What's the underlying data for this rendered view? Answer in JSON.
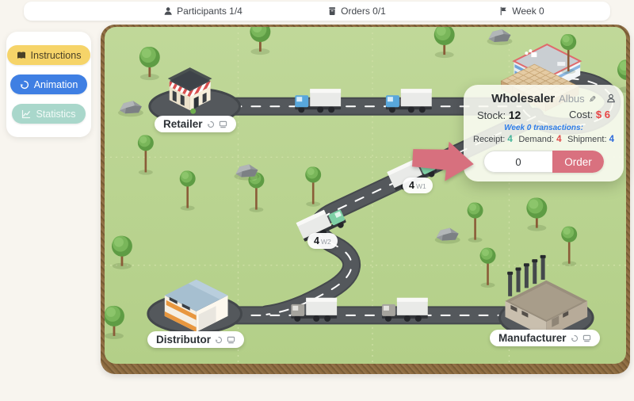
{
  "topbar": {
    "participants": {
      "label": "Participants 1/4"
    },
    "orders": {
      "label": "Orders 0/1"
    },
    "week": {
      "label": "Week 0"
    }
  },
  "sidebar": {
    "instructions": {
      "label": "Instructions",
      "color": "#f6d469"
    },
    "animation": {
      "label": "Animation",
      "color": "#3f7fe3"
    },
    "statistics": {
      "label": "Statistics",
      "color": "#a9d7cb"
    }
  },
  "map": {
    "nodes": {
      "retailer": "Retailer",
      "distributor": "Distributor",
      "manufacturer": "Manufacturer",
      "wholesaler": "Wholesaler"
    },
    "shipments": [
      {
        "qty": "4",
        "tag": "W1"
      },
      {
        "qty": "4",
        "tag": "W2"
      }
    ]
  },
  "card": {
    "role": "Wholesaler",
    "player": "Albus",
    "stock_label": "Stock:",
    "stock_value": "12",
    "cost_label": "Cost:",
    "cost_value": "$ 6",
    "transactions_heading": "Week 0 transactions:",
    "receipt_label": "Receipt:",
    "receipt_value": "4",
    "demand_label": "Demand:",
    "demand_value": "4",
    "shipment_label": "Shipment:",
    "shipment_value": "4",
    "order_value": "0",
    "order_button_label": "Order"
  },
  "colors": {
    "field_green": "#b8d38e",
    "road_gray": "#54585c",
    "dirt_brown": "#8d6b3f",
    "order_button": "#d9717f",
    "arrow": "#d7707e",
    "receipt_value": "#45b399",
    "demand_value": "#e04b4b",
    "shipment_value": "#2e6bdb",
    "cost_value": "#e84444",
    "transactions_heading": "#2d7ce8"
  }
}
